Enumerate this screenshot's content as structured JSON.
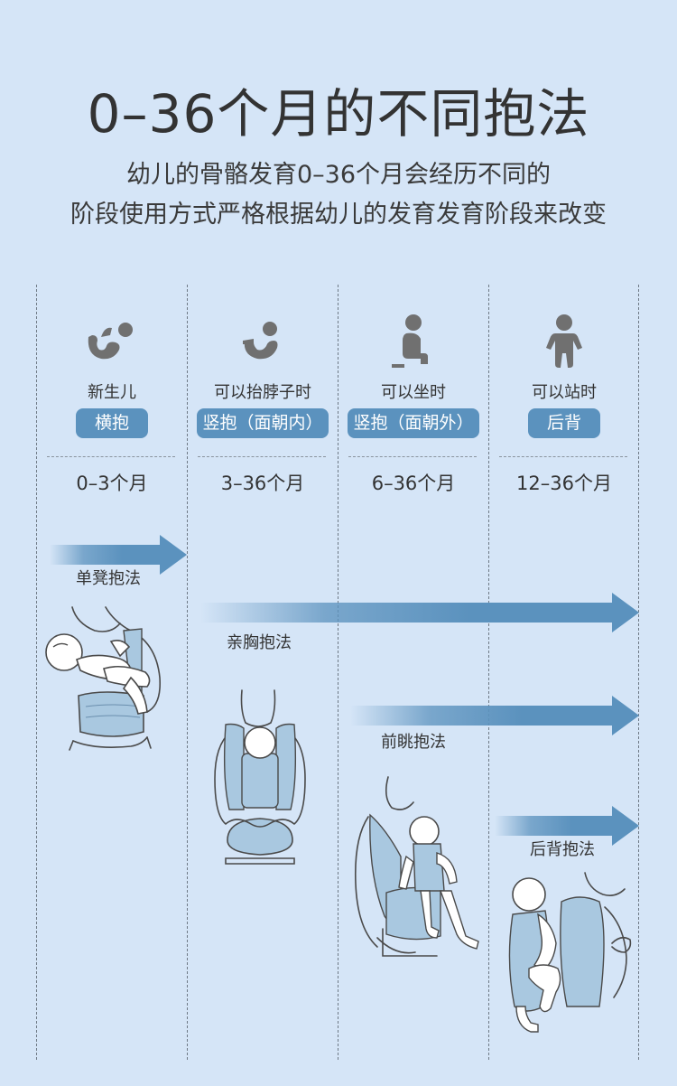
{
  "title": "0–36个月的不同抱法",
  "subtitle_line1": "幼儿的骨骼发育0–36个月会经历不同的",
  "subtitle_line2": "阶段使用方式严格根据幼儿的发育发育阶段来改变",
  "stages": [
    {
      "stage": "新生儿",
      "method": "横抱",
      "range": "0–3个月",
      "icon": "baby-lying-icon"
    },
    {
      "stage": "可以抬脖子时",
      "method": "竖抱（面朝内）",
      "range": "3–36个月",
      "icon": "baby-lifting-head-icon"
    },
    {
      "stage": "可以坐时",
      "method": "竖抱（面朝外）",
      "range": "6–36个月",
      "icon": "baby-sitting-icon"
    },
    {
      "stage": "可以站时",
      "method": "后背",
      "range": "12–36个月",
      "icon": "baby-standing-icon"
    }
  ],
  "arrows": [
    {
      "label": "单凳抱法"
    },
    {
      "label": "亲胸抱法"
    },
    {
      "label": "前眺抱法"
    },
    {
      "label": "后背抱法"
    }
  ],
  "colors": {
    "background": "#d5e5f7",
    "accent": "#5b92be",
    "icon": "#707070",
    "carrier": "#a9c8e0"
  }
}
